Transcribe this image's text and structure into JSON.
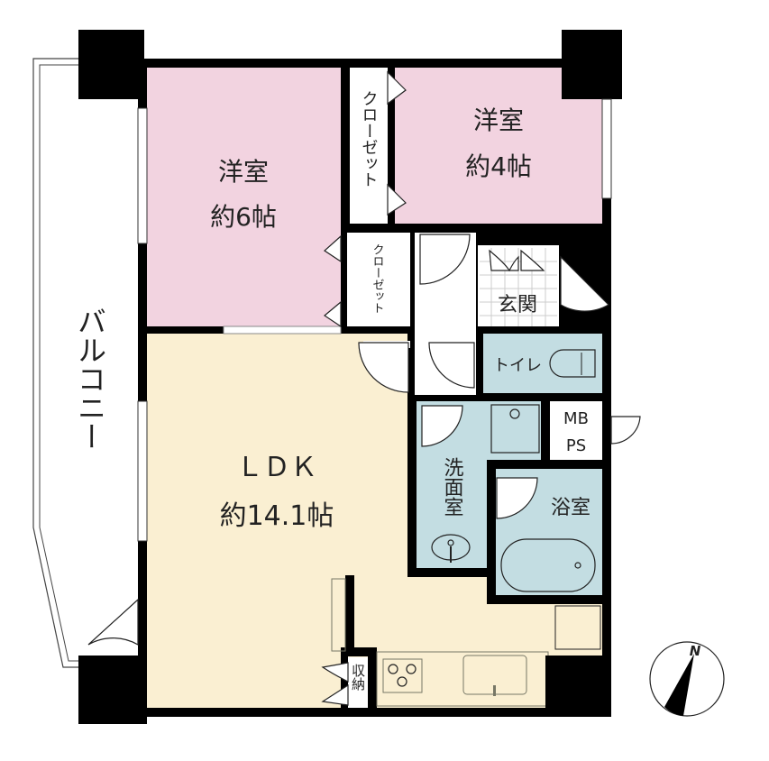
{
  "colors": {
    "bedroom": "#f2d3e0",
    "ldk": "#faefd2",
    "wet": "#c3dde2",
    "wall": "#000000",
    "tile": "#cfcfcf"
  },
  "rooms": {
    "bedroom_large": {
      "name": "洋室",
      "size": "約6帖"
    },
    "bedroom_small": {
      "name": "洋室",
      "size": "約4帖"
    },
    "closet_top": {
      "name": "クローゼット"
    },
    "closet_mid": {
      "name": "クローゼット"
    },
    "entrance": {
      "name": "玄関"
    },
    "toilet": {
      "name": "トイレ"
    },
    "mbps": {
      "line1": "MB",
      "line2": "PS"
    },
    "washroom": {
      "name": "洗面室"
    },
    "bathroom": {
      "name": "浴室"
    },
    "ldk": {
      "name": "ＬＤＫ",
      "size": "約14.1帖"
    },
    "storage": {
      "name": "収納"
    },
    "balcony": {
      "name": "バルコニー"
    }
  },
  "compass": {
    "label": "N"
  }
}
